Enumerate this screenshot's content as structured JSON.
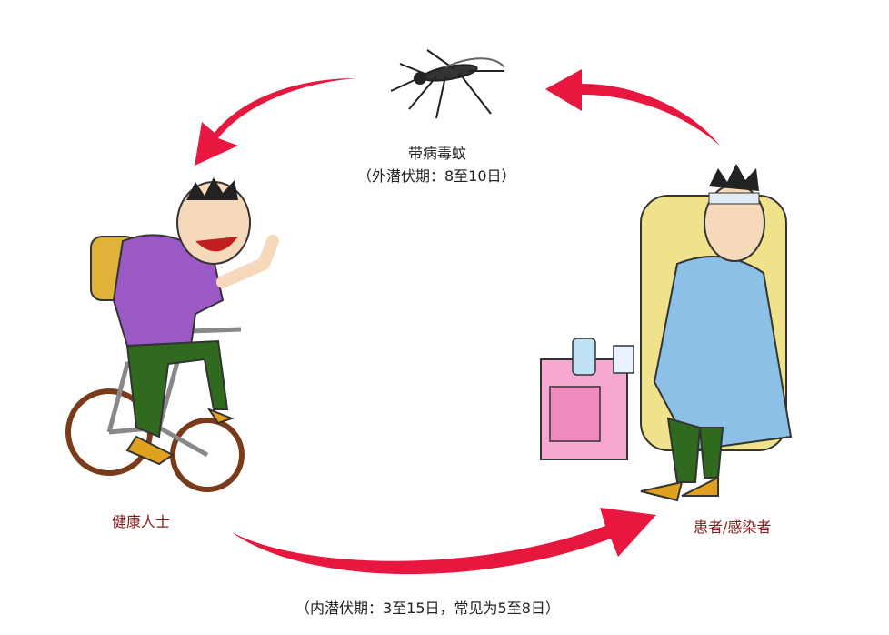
{
  "mosquito": {
    "title": "带病毒蚊",
    "incubation": "（外潜伏期：8至10日）"
  },
  "healthy": {
    "label": "健康人士"
  },
  "patient": {
    "label": "患者/感染者"
  },
  "bottom": {
    "incubation": "（内潜伏期：3至15日，常见为5至8日）"
  },
  "colors": {
    "arrow": "#e8173f",
    "label_red": "#8b1a1a"
  }
}
